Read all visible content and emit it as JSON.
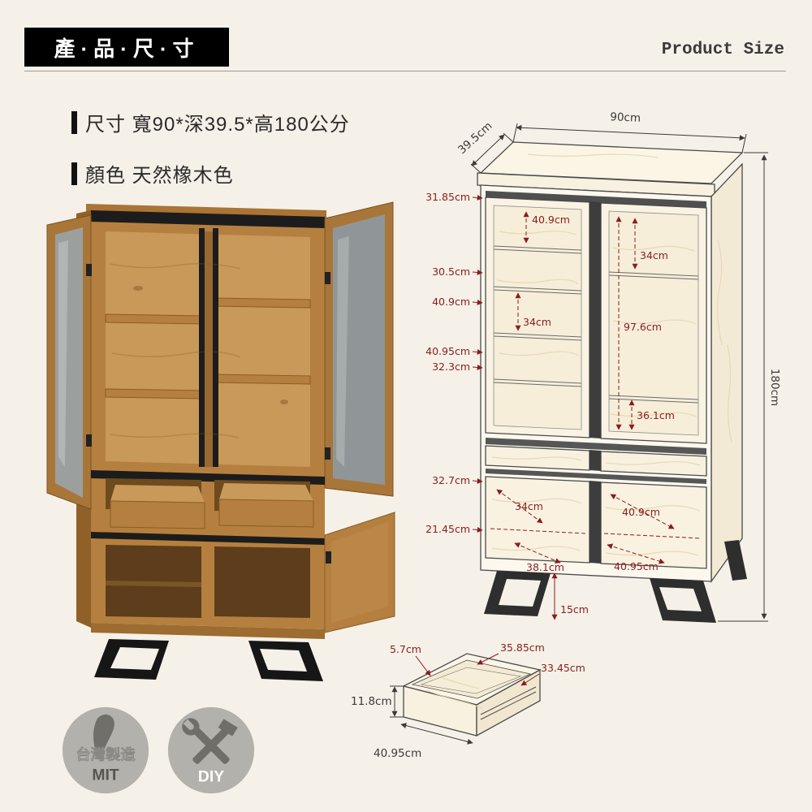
{
  "header": {
    "title_zh": "產·品·尺·寸",
    "title_en": "Product Size"
  },
  "specs": {
    "size": "尺寸 寬90*深39.5*高180公分",
    "color": "顏色 天然橡木色"
  },
  "diagram": {
    "depth": "39.5cm",
    "width": "90cm",
    "height": "180cm",
    "left": [
      "31.85cm",
      "30.5cm",
      "40.9cm",
      "40.95cm",
      "32.3cm",
      "32.7cm",
      "21.45cm"
    ],
    "inner": [
      "40.9cm",
      "34cm",
      "34cm",
      "97.6cm",
      "36.1cm",
      "34cm",
      "40.9cm",
      "38.1cm",
      "40.95cm",
      "15cm"
    ]
  },
  "drawer": {
    "labels": [
      "5.7cm",
      "35.85cm",
      "33.45cm",
      "11.8cm",
      "40.95cm"
    ]
  },
  "badges": {
    "mit_text": "台灣製造",
    "mit_sub": "MIT",
    "diy_text": "DIY"
  },
  "colors": {
    "background": "#f6f1e8",
    "accent_red": "#8a1c1c",
    "dim_dark": "#3a3a3a",
    "wood": "#b5803f",
    "badge_gray": "#b3b1ac"
  },
  "icons": {
    "mit": "taiwan-island-icon",
    "diy": "crossed-tools-icon"
  }
}
